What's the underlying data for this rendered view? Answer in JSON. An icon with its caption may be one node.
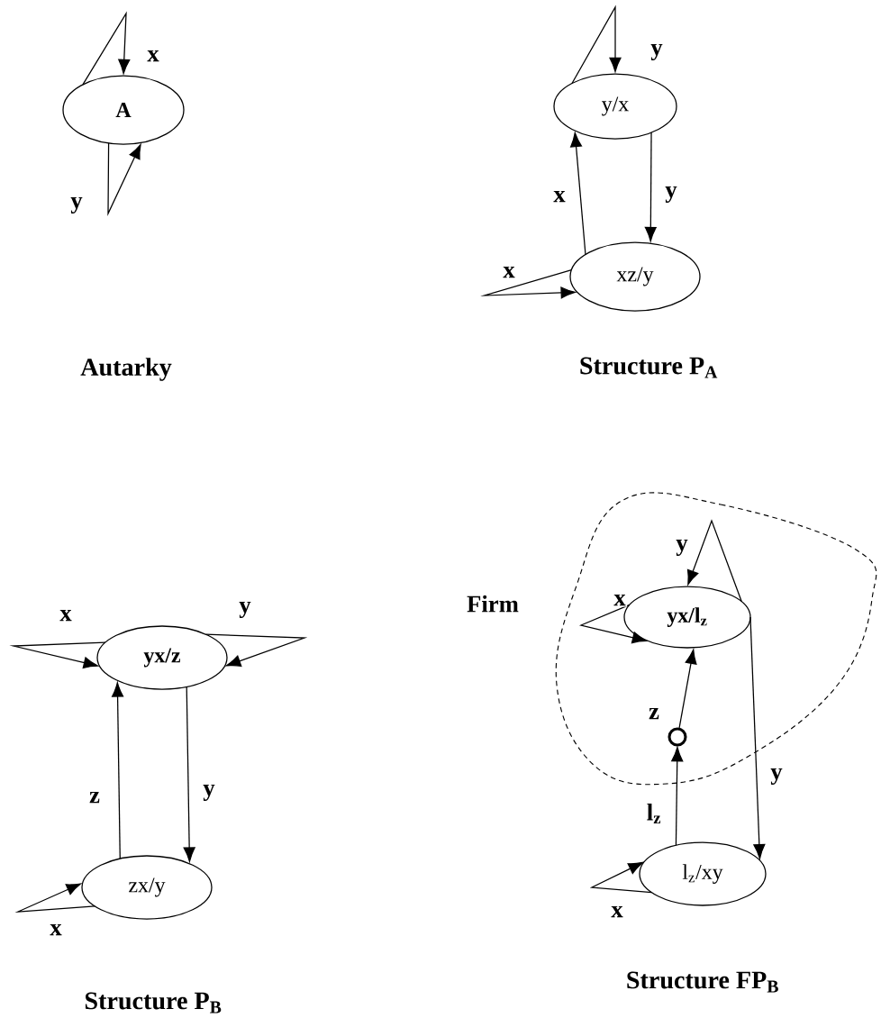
{
  "diagram": {
    "nodes": [
      {
        "text": [
          "A"
        ]
      },
      {
        "text": [
          "y/x"
        ]
      },
      {
        "text": [
          "xz/y"
        ]
      },
      {
        "text": [
          "yx/z"
        ]
      },
      {
        "text": [
          "zx/y"
        ]
      },
      {
        "text": [
          "Firm"
        ]
      },
      {
        "text": [
          "yx/l$_{z}$"
        ],
        "in": 5
      },
      {
        "text": [],
        "shape": "circle",
        "in": 5
      },
      {
        "text": [
          "l$_{z}$/xy"
        ]
      }
    ],
    "edges": [
      {
        "from": 0,
        "to": 0,
        "arrow": "to",
        "label": "x"
      },
      {
        "from": 0,
        "to": 0,
        "arrow": "to",
        "label": "y"
      },
      {
        "from": 1,
        "to": 1,
        "arrow": "to",
        "label": "y"
      },
      {
        "from": 2,
        "to": 1,
        "arrow": "to",
        "label": "x"
      },
      {
        "from": 1,
        "to": 2,
        "arrow": "to",
        "label": "y"
      },
      {
        "from": 2,
        "to": 2,
        "arrow": "to",
        "label": "x"
      },
      {
        "from": 3,
        "to": 3,
        "arrow": "to",
        "label": "x"
      },
      {
        "from": 3,
        "to": 3,
        "arrow": "to",
        "label": "y"
      },
      {
        "from": 4,
        "to": 3,
        "arrow": "to",
        "label": "z"
      },
      {
        "from": 3,
        "to": 4,
        "arrow": "to",
        "label": "y"
      },
      {
        "from": 4,
        "to": 4,
        "arrow": "to",
        "label": "x"
      },
      {
        "from": 6,
        "to": 6,
        "arrow": "to",
        "label": "y"
      },
      {
        "from": 6,
        "to": 6,
        "arrow": "to",
        "label": "x"
      },
      {
        "from": 7,
        "to": 6,
        "arrow": "to",
        "label": "z"
      },
      {
        "from": 8,
        "to": 7,
        "arrow": "to",
        "label": "l$_{z}$"
      },
      {
        "from": 6,
        "to": 8,
        "arrow": "to",
        "label": "y"
      },
      {
        "from": 8,
        "to": 8,
        "arrow": "to",
        "label": "x"
      }
    ],
    "labels": [
      "Autarky",
      "Structure P$_{A}$",
      "Structure P$_{B}$",
      "Structure FP$_{B}$"
    ]
  }
}
